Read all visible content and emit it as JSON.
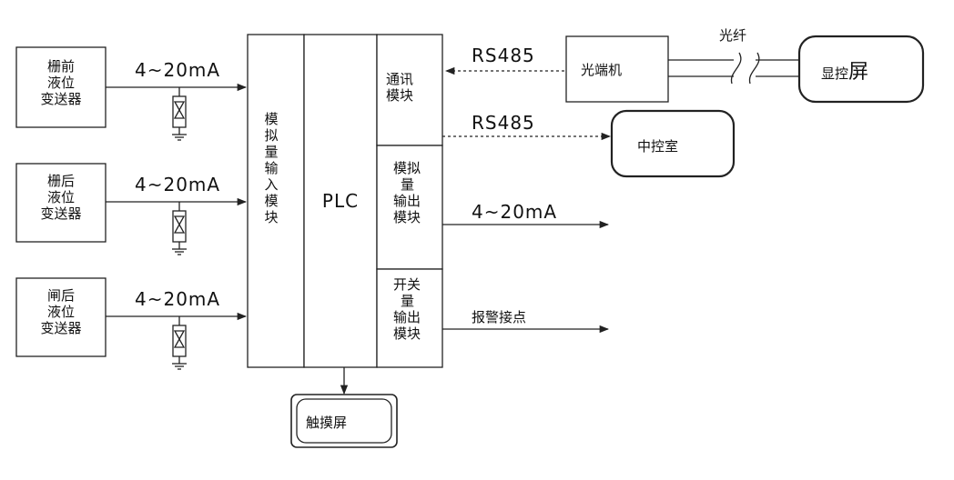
{
  "transmitters": [
    {
      "lines": [
        "栅前",
        "液位",
        "变送器"
      ],
      "signal": "4~20mA"
    },
    {
      "lines": [
        "栅后",
        "液位",
        "变送器"
      ],
      "signal": "4~20mA"
    },
    {
      "lines": [
        "闸后",
        "液位",
        "变送器"
      ],
      "signal": "4~20mA"
    }
  ],
  "analog_input_module": {
    "chars": [
      "模",
      "拟",
      "量",
      "输",
      "入",
      "模",
      "块"
    ]
  },
  "plc": {
    "label": "PLC"
  },
  "comm_module": {
    "lines": [
      "通讯",
      "模块"
    ]
  },
  "analog_output_module": {
    "lines": [
      "模拟",
      "量",
      "输出",
      "模块"
    ]
  },
  "switch_output_module": {
    "lines": [
      "开关",
      "量",
      "输出",
      "模块"
    ]
  },
  "rs485_top": "RS485",
  "rs485_mid": "RS485",
  "optical_terminal": "光端机",
  "fiber_label": "光纤",
  "display_screen": {
    "part1": "显控",
    "part2": "屏"
  },
  "control_room": "中控室",
  "analog_output_signal": "4~20mA",
  "alarm_contact": "报警接点",
  "touch_screen": "触摸屏"
}
